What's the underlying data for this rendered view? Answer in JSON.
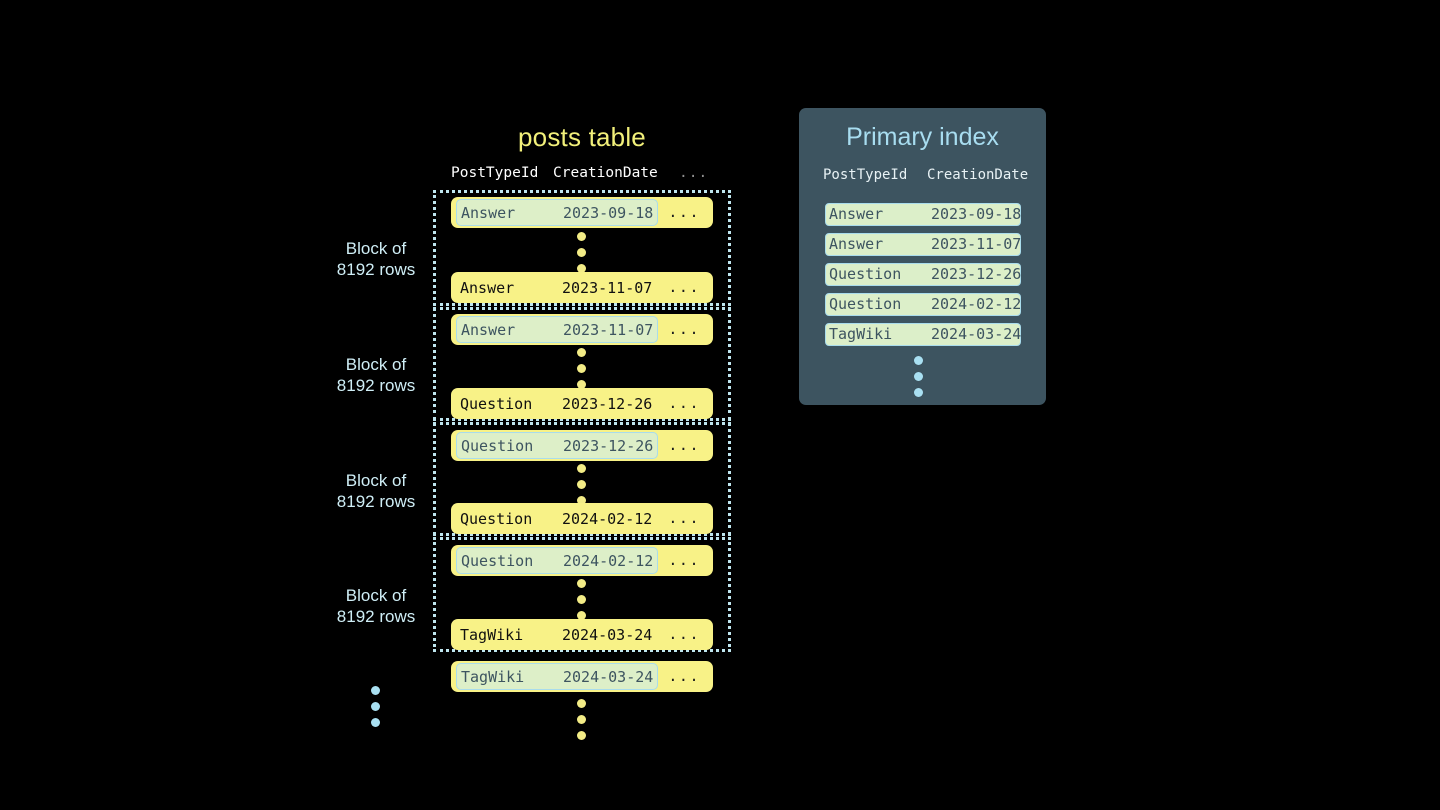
{
  "colors": {
    "background": "#000000",
    "row_yellow": "#f8f287",
    "highlight_green": "#ddefc8",
    "accent_blue": "#a9e0f2",
    "panel_slate": "#3d5460",
    "title_yellow": "#f2f07a",
    "title_blue": "#a8ddf0",
    "label_blue": "#cfeef6"
  },
  "posts_table": {
    "title": "posts table",
    "columns": [
      "PostTypeId",
      "CreationDate",
      "..."
    ],
    "row_ellipsis": "...",
    "blocks": [
      {
        "label_line1": "Block of",
        "label_line2": "8192 rows",
        "first_row": {
          "post_type_id": "Answer",
          "creation_date": "2023-09-18",
          "highlighted": true
        },
        "last_row": {
          "post_type_id": "Answer",
          "creation_date": "2023-11-07",
          "highlighted": false
        }
      },
      {
        "label_line1": "Block of",
        "label_line2": "8192 rows",
        "first_row": {
          "post_type_id": "Answer",
          "creation_date": "2023-11-07",
          "highlighted": true
        },
        "last_row": {
          "post_type_id": "Question",
          "creation_date": "2023-12-26",
          "highlighted": false
        }
      },
      {
        "label_line1": "Block of",
        "label_line2": "8192 rows",
        "first_row": {
          "post_type_id": "Question",
          "creation_date": "2023-12-26",
          "highlighted": true
        },
        "last_row": {
          "post_type_id": "Question",
          "creation_date": "2024-02-12",
          "highlighted": false
        }
      },
      {
        "label_line1": "Block of",
        "label_line2": "8192 rows",
        "first_row": {
          "post_type_id": "Question",
          "creation_date": "2024-02-12",
          "highlighted": true
        },
        "last_row": {
          "post_type_id": "TagWiki",
          "creation_date": "2024-03-24",
          "highlighted": false
        }
      }
    ],
    "trailing_row": {
      "post_type_id": "TagWiki",
      "creation_date": "2024-03-24",
      "highlighted": true
    }
  },
  "primary_index": {
    "title": "Primary index",
    "columns": [
      "PostTypeId",
      "CreationDate"
    ],
    "entries": [
      {
        "post_type_id": "Answer",
        "creation_date": "2023-09-18"
      },
      {
        "post_type_id": "Answer",
        "creation_date": "2023-11-07"
      },
      {
        "post_type_id": "Question",
        "creation_date": "2023-12-26"
      },
      {
        "post_type_id": "Question",
        "creation_date": "2024-02-12"
      },
      {
        "post_type_id": "TagWiki",
        "creation_date": "2024-03-24"
      }
    ]
  }
}
